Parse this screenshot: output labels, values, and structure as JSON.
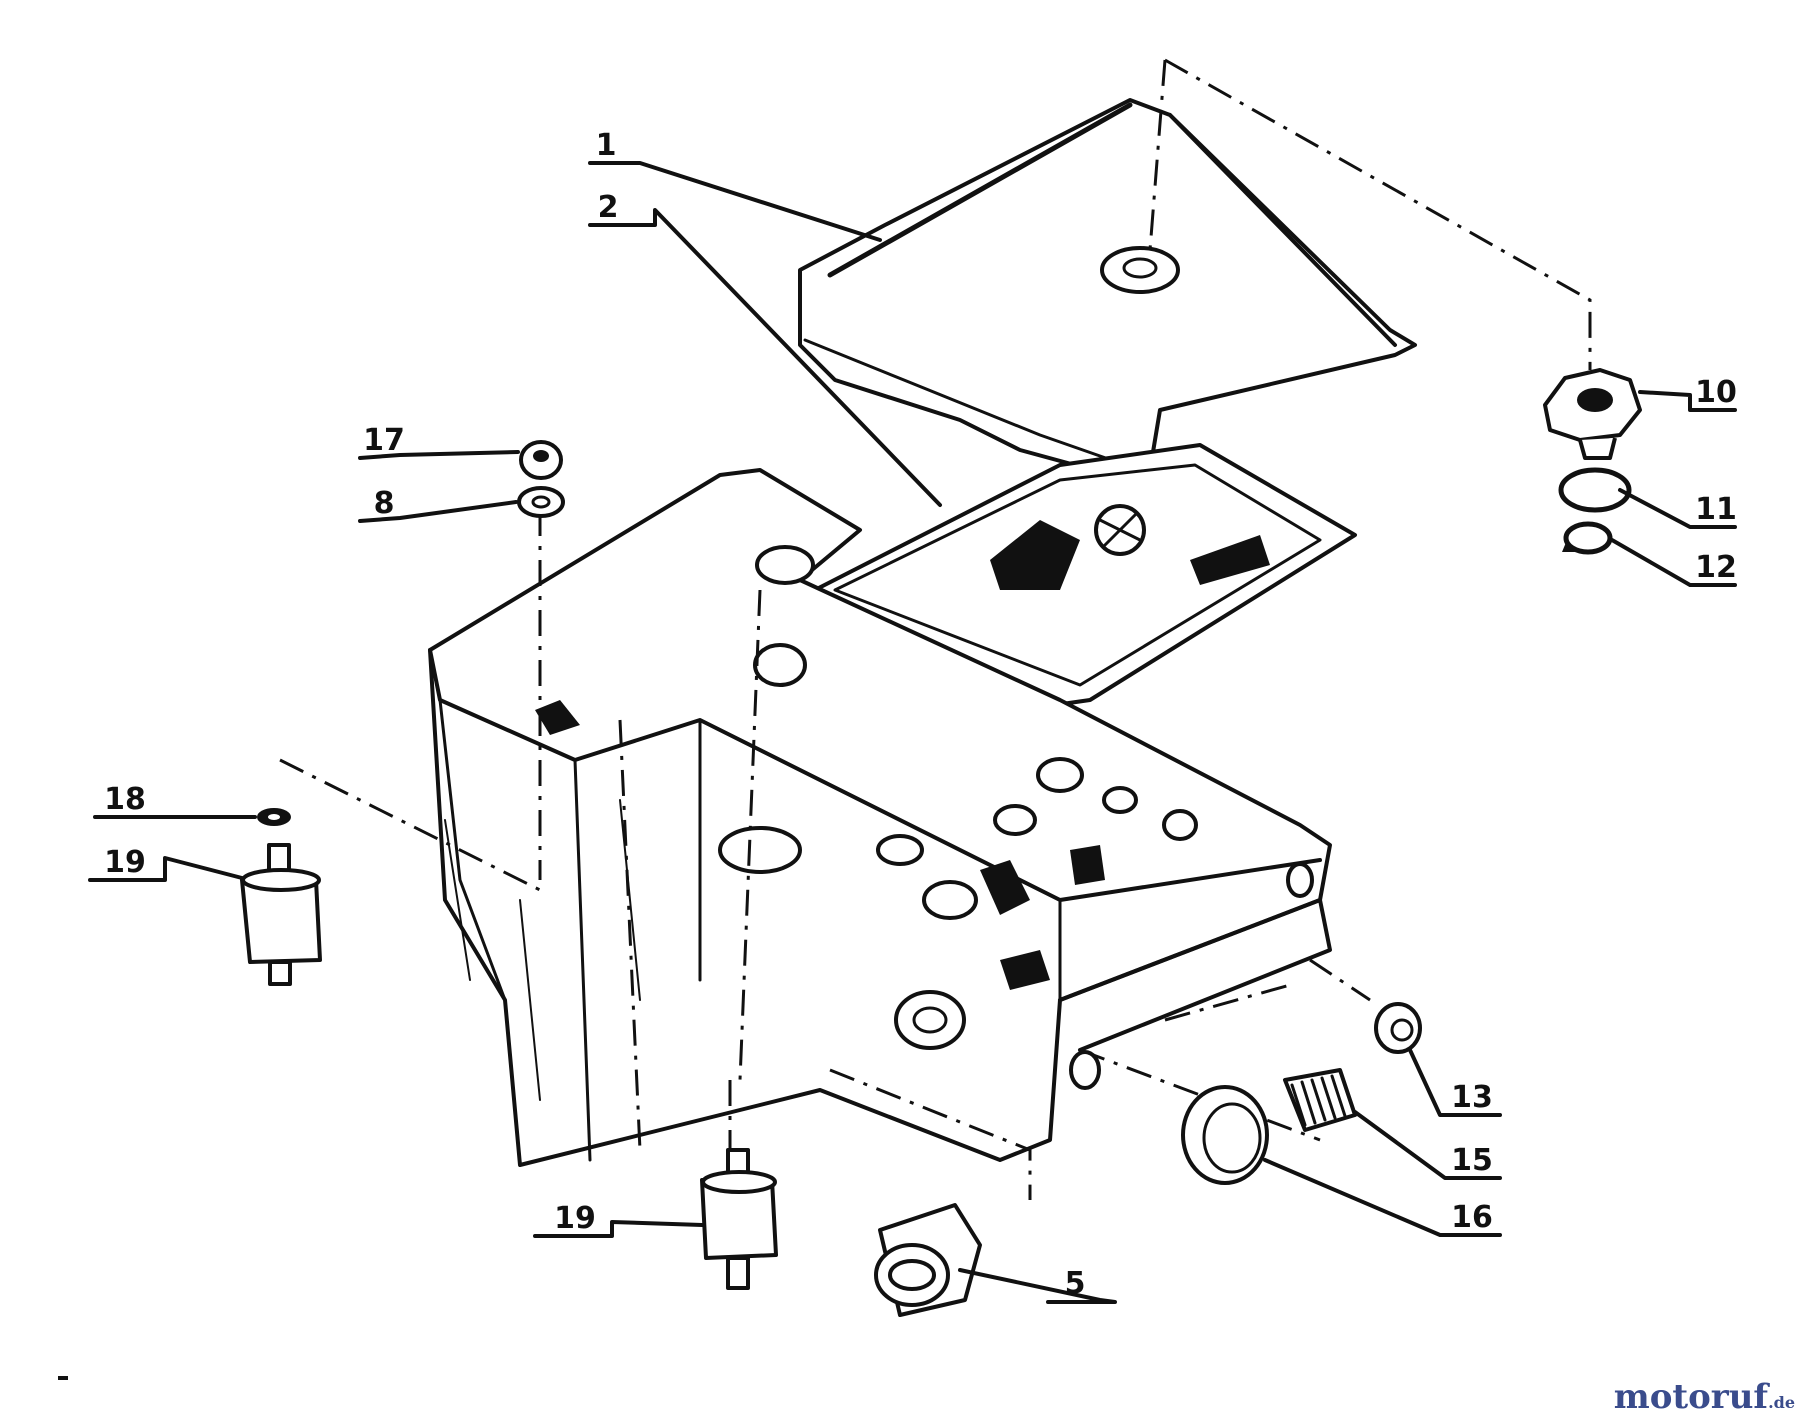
{
  "diagram": {
    "callouts": [
      {
        "id": "c1",
        "number": "1"
      },
      {
        "id": "c2",
        "number": "2"
      },
      {
        "id": "c5",
        "number": "5"
      },
      {
        "id": "c8",
        "number": "8"
      },
      {
        "id": "c10",
        "number": "10"
      },
      {
        "id": "c11",
        "number": "11"
      },
      {
        "id": "c12",
        "number": "12"
      },
      {
        "id": "c13",
        "number": "13"
      },
      {
        "id": "c15",
        "number": "15"
      },
      {
        "id": "c16",
        "number": "16"
      },
      {
        "id": "c17",
        "number": "17"
      },
      {
        "id": "c18",
        "number": "18"
      },
      {
        "id": "c19a",
        "number": "19"
      },
      {
        "id": "c19b",
        "number": "19"
      }
    ]
  },
  "watermark": {
    "text_main": "motoruf",
    "text_suffix": ".de",
    "color_main": "#3a4c8c",
    "color_accent": "#c0392b"
  }
}
